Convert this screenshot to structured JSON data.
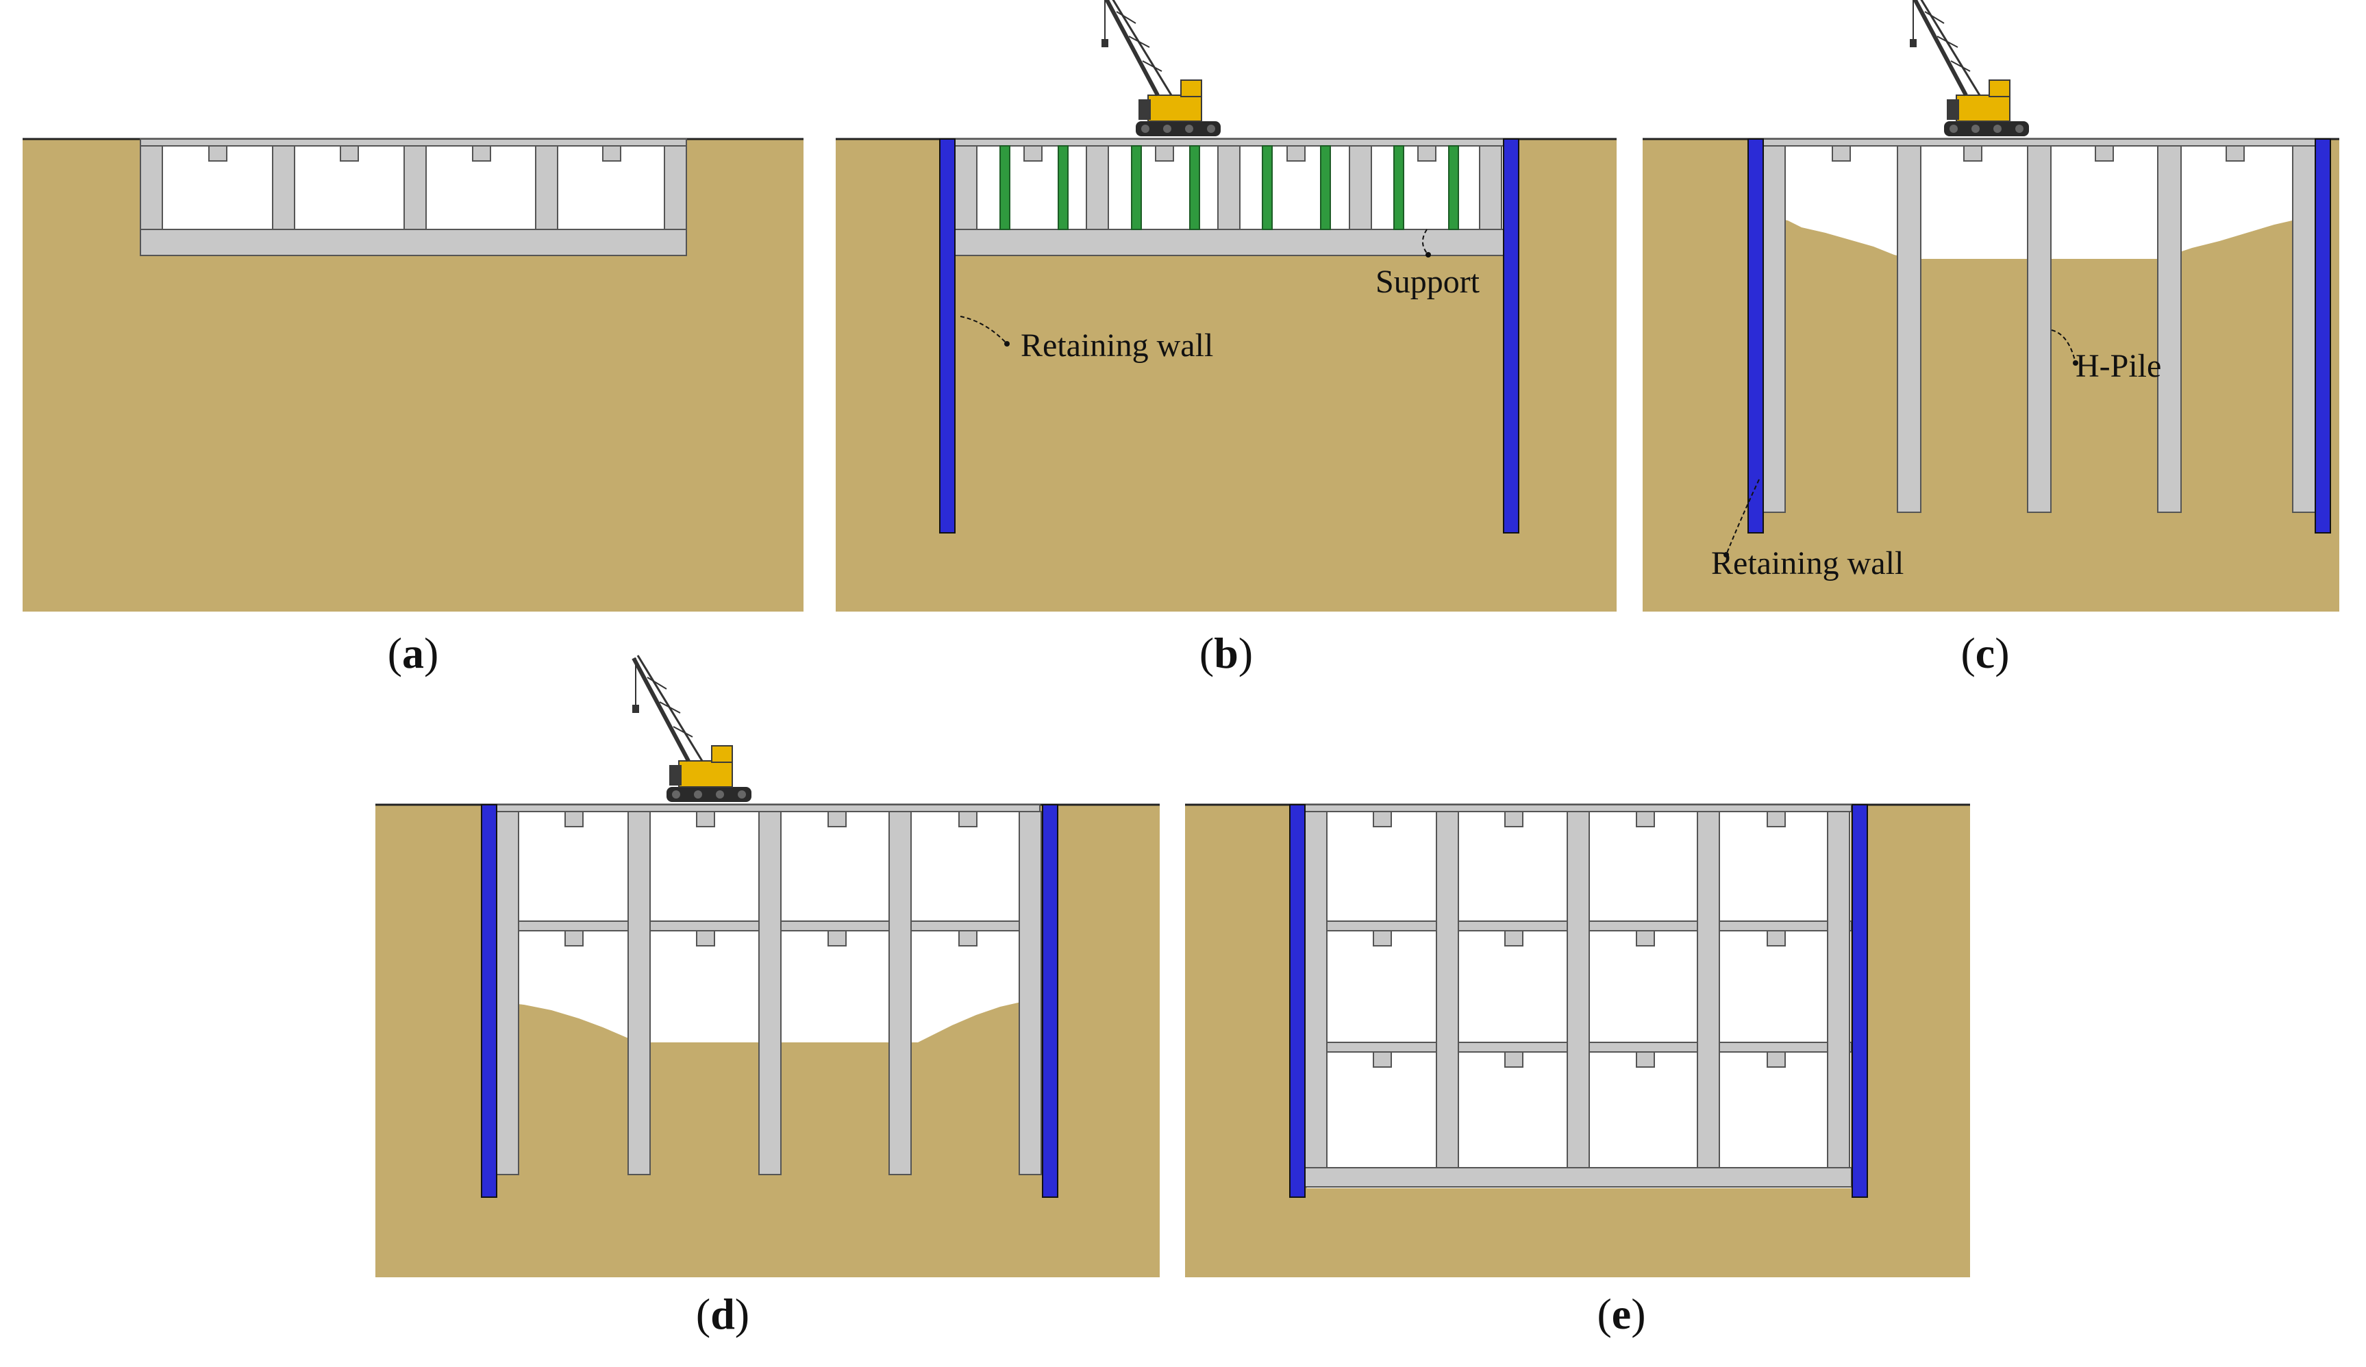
{
  "colors": {
    "soil": "#c4ac6d",
    "ground_line": "#222222",
    "concrete": "#c8c8c8",
    "concrete_edge": "#555555",
    "retaining_wall": "#2b2bd6",
    "temporary_support": "#2f9a3e",
    "crane": "#e8b400"
  },
  "panels": [
    {
      "id": "a",
      "label_open": "(",
      "label_letter": "a",
      "label_close": ")",
      "crane": false
    },
    {
      "id": "b",
      "label_open": "(",
      "label_letter": "b",
      "label_close": ")",
      "crane": true
    },
    {
      "id": "c",
      "label_open": "(",
      "label_letter": "c",
      "label_close": ")",
      "crane": true
    },
    {
      "id": "d",
      "label_open": "(",
      "label_letter": "d",
      "label_close": ")",
      "crane": true
    },
    {
      "id": "e",
      "label_open": "(",
      "label_letter": "e",
      "label_close": ")",
      "crane": false
    }
  ],
  "annotations": {
    "b_support": "Support",
    "b_retaining_wall": "Retaining wall",
    "c_h_pile": "H-Pile",
    "c_retaining_wall": "Retaining wall"
  },
  "icons": [
    "crawler-crane-icon"
  ]
}
